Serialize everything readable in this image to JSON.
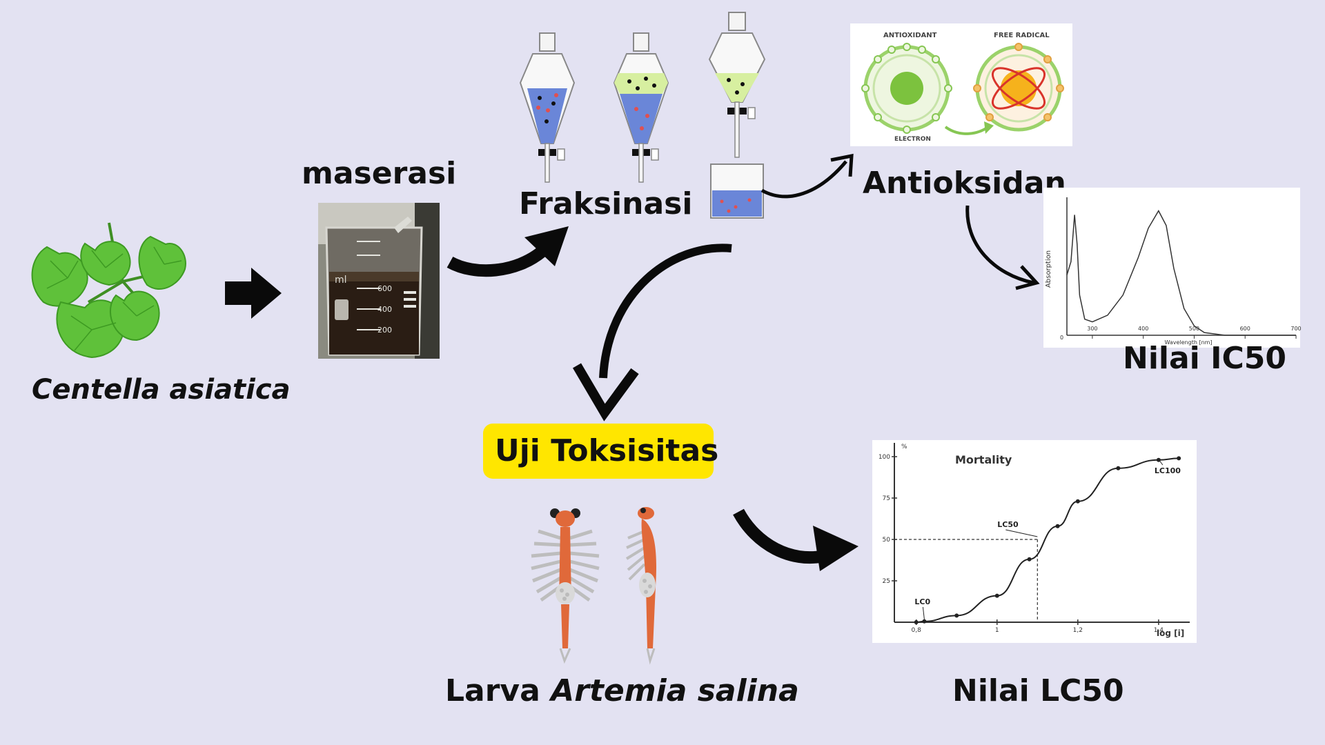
{
  "labels": {
    "plant": "Centella asiatica",
    "maceration": "maserasi",
    "fractionation": "Fraksinasi",
    "antioxidant": "Antioksidan",
    "ic50": "Nilai IC50",
    "toxicity": "Uji Toksisitas",
    "larva_prefix": "Larva",
    "larva_species": "Artemia salina",
    "lc50": "Nilai LC50"
  },
  "beaker": {
    "unit": "ml",
    "marks": [
      "600",
      "400",
      "200"
    ]
  },
  "antioxidant_figure": {
    "left_label": "ANTIOXIDANT",
    "right_label": "FREE RADICAL",
    "bottom_label": "ELECTRON"
  },
  "absorption_chart": {
    "ylabel": "Absorption",
    "xlabel": "Wavelength [nm]",
    "xticks": [
      "300",
      "400",
      "500",
      "600",
      "700"
    ],
    "y_zero": "0"
  },
  "mortality_chart": {
    "title": "Mortality",
    "y_unit": "%",
    "yticks": [
      "100",
      "75",
      "50",
      "25"
    ],
    "xticks": [
      "0,8",
      "1",
      "1,2",
      "1,4"
    ],
    "xlabel": "log [i]",
    "annotations": [
      "LC0",
      "LC50",
      "LC100"
    ]
  },
  "colors": {
    "background": "#e3e2f2",
    "leaf": "#5fc13a",
    "highlight": "#ffe600",
    "arrow": "#0a0a0a",
    "larva": "#e0693a"
  },
  "chart_data": [
    {
      "type": "line",
      "xlabel": "Wavelength [nm]",
      "ylabel": "Absorption",
      "xlim": [
        250,
        700
      ],
      "x": [
        250,
        258,
        265,
        270,
        275,
        285,
        300,
        330,
        360,
        390,
        410,
        430,
        445,
        460,
        480,
        500,
        520,
        560,
        600,
        700
      ],
      "y": [
        0.45,
        0.55,
        0.9,
        0.68,
        0.3,
        0.12,
        0.1,
        0.15,
        0.3,
        0.58,
        0.8,
        0.93,
        0.82,
        0.5,
        0.2,
        0.07,
        0.02,
        0.0,
        0.0,
        0.0
      ]
    },
    {
      "type": "line",
      "title": "Mortality",
      "xlabel": "log [i]",
      "xlim": [
        0.8,
        1.45
      ],
      "ylim": [
        0,
        100
      ],
      "x": [
        0.8,
        0.82,
        0.9,
        1.0,
        1.08,
        1.15,
        1.2,
        1.3,
        1.4,
        1.45
      ],
      "y": [
        0,
        0.5,
        4,
        16,
        38,
        58,
        73,
        93,
        98,
        99
      ],
      "annotations": [
        {
          "text": "LC0",
          "x": 0.82,
          "y": 0
        },
        {
          "text": "LC50",
          "x": 1.1,
          "y": 50
        },
        {
          "text": "LC100",
          "x": 1.4,
          "y": 100
        }
      ]
    }
  ]
}
